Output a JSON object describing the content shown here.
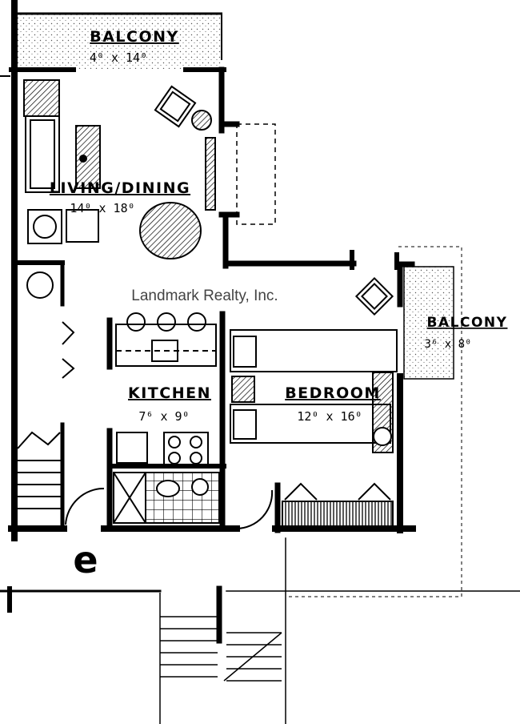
{
  "watermark": "Landmark Realty, Inc.",
  "unit_letter": "e",
  "rooms": [
    {
      "id": "balcony-top",
      "name": "BALCONY",
      "dims": "4⁰ x 14⁰"
    },
    {
      "id": "living-dining",
      "name": "LIVING/DINING",
      "dims": "14⁰ x 18⁰"
    },
    {
      "id": "kitchen",
      "name": "KITCHEN",
      "dims": "7⁶ x 9⁰"
    },
    {
      "id": "bedroom",
      "name": "BEDROOM",
      "dims": "12⁰ x 16⁰"
    },
    {
      "id": "balcony-right",
      "name": "BALCONY",
      "dims": "3⁶ x 8⁰"
    }
  ]
}
